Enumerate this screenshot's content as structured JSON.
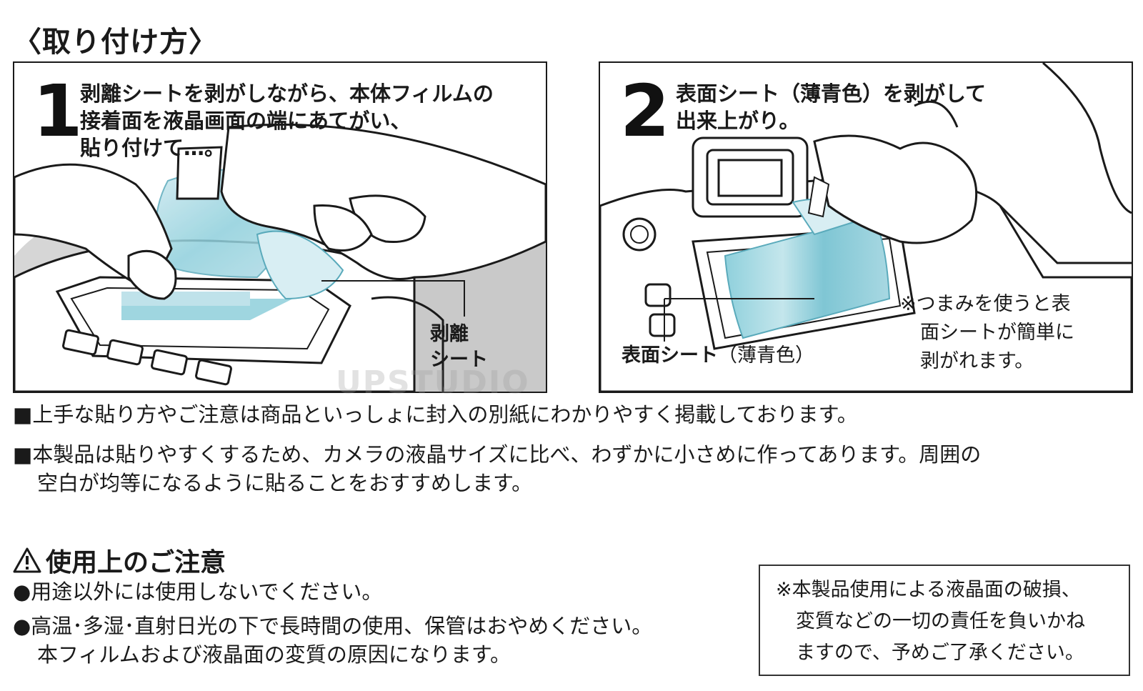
{
  "heading": "〈取り付け方〉",
  "step1": {
    "number": "1",
    "lines": [
      "剥離シートを剥がしながら、本体フィルムの",
      "接着面を液晶画面の端にあてがい、",
      "貼り付けて…。"
    ],
    "callout": [
      "剥離",
      "シート"
    ]
  },
  "step2": {
    "number": "2",
    "lines": [
      "表面シート（薄青色）を剥がして",
      "出来上がり。"
    ],
    "callout_main": "表面シート",
    "callout_paren": "（薄青色）",
    "tip": [
      "※つまみを使うと表",
      "面シートが簡単に",
      "剥がれます。"
    ]
  },
  "watermark": "UPSTUDIO",
  "notes": [
    {
      "lines": [
        "■上手な貼り方やご注意は商品といっしょに封入の別紙にわかりやすく掲載しております。"
      ]
    },
    {
      "lines": [
        "■本製品は貼りやすくするため、カメラの液晶サイズに比べ、わずかに小さめに作ってあります。周囲の",
        "空白が均等になるように貼ることをおすすめします。"
      ]
    }
  ],
  "caution": {
    "title": "使用上のご注意",
    "icon": "warning-triangle-icon",
    "bullets": [
      {
        "lines": [
          "●用途以外には使用しないでください。"
        ]
      },
      {
        "lines": [
          "●高温･多湿･直射日光の下で長時間の使用、保管はおやめください。",
          "本フィルムおよび液晶面の変質の原因になります。"
        ]
      }
    ]
  },
  "disclaimer": [
    "※本製品使用による液晶面の破損、",
    "変質などの一切の責任を負いかね",
    "ますので、予めご了承ください。"
  ],
  "colors": {
    "film_blue": "#8fd0dc",
    "film_blue_dark": "#5aaabb",
    "shade_gray": "#c9c9c9",
    "line": "#1a1a1a"
  }
}
